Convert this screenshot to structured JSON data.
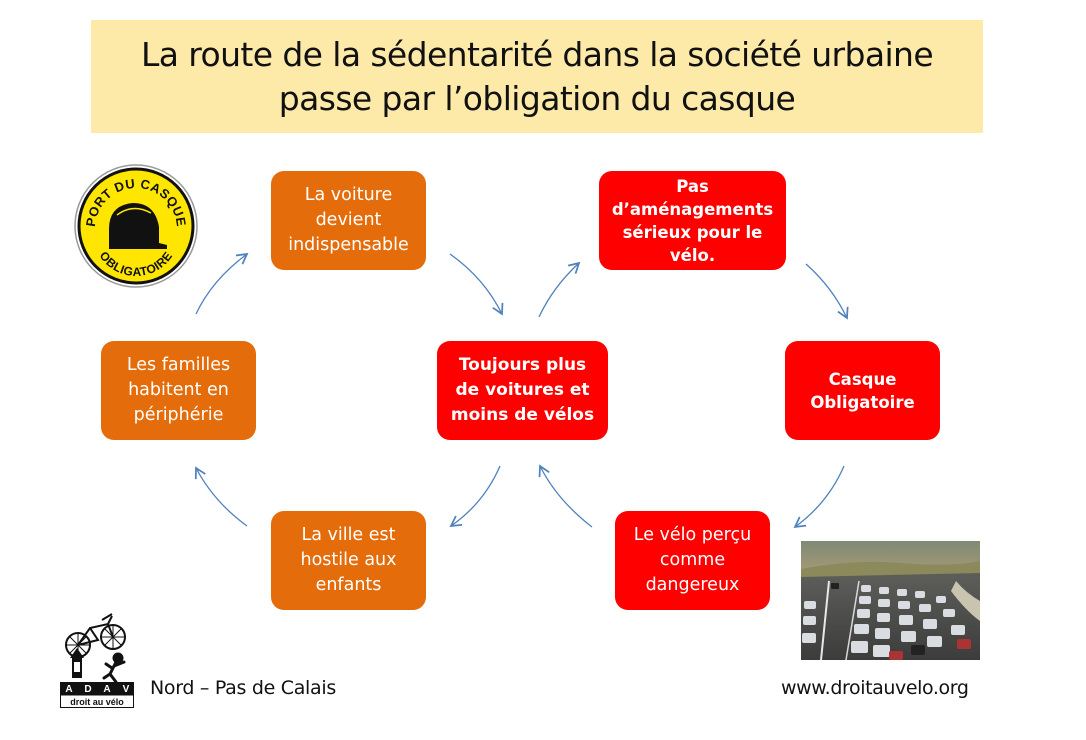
{
  "title": {
    "line1": "La route de la sédentarité dans la société urbaine",
    "line2": "passe par l’obligation du casque",
    "background": "#fde9a8"
  },
  "colors": {
    "orange": "#e46c0a",
    "red": "#ff0000",
    "arrow": "#4f81bd"
  },
  "sign": {
    "top_text": "PORT DU CASQUE",
    "bottom_text": "OBLIGATOIRE",
    "icon": "hard-hat-icon"
  },
  "nodes": {
    "voiture": {
      "lines": [
        "La voiture",
        "devient",
        "indispensable"
      ],
      "color": "orange"
    },
    "familles": {
      "lines": [
        "Les familles",
        "habitent en",
        "périphérie"
      ],
      "color": "orange"
    },
    "ville": {
      "lines": [
        "La ville est",
        "hostile aux",
        "enfants"
      ],
      "color": "orange"
    },
    "centre": {
      "lines": [
        "Toujours plus",
        "de voitures et",
        "moins de vélos"
      ],
      "color": "red"
    },
    "amenagements": {
      "lines": [
        "Pas",
        "d’aménagements",
        "sérieux  pour le",
        "vélo."
      ],
      "color": "red"
    },
    "casque": {
      "lines": [
        "Casque",
        "Obligatoire"
      ],
      "color": "red"
    },
    "dangereux": {
      "lines": [
        "Le vélo perçu",
        "comme",
        "dangereux"
      ],
      "color": "red"
    }
  },
  "cycles": {
    "left": [
      "Toujours plus de voitures et moins de vélos",
      "La ville est hostile aux enfants",
      "Les familles habitent en périphérie",
      "La voiture devient indispensable",
      "Toujours plus de voitures et moins de vélos"
    ],
    "right": [
      "Toujours plus de voitures et moins de vélos",
      "Pas d’aménagements sérieux pour le vélo.",
      "Casque Obligatoire",
      "Le vélo perçu comme dangereux",
      "Toujours plus de voitures et moins de vélos"
    ]
  },
  "logo": {
    "letters": [
      "A",
      "D",
      "A",
      "V"
    ],
    "caption": "droit au vélo"
  },
  "footer": {
    "region": "Nord – Pas de Calais",
    "website": "www.droitauvelo.org"
  },
  "photo": {
    "description": "traffic-jam-photo"
  }
}
